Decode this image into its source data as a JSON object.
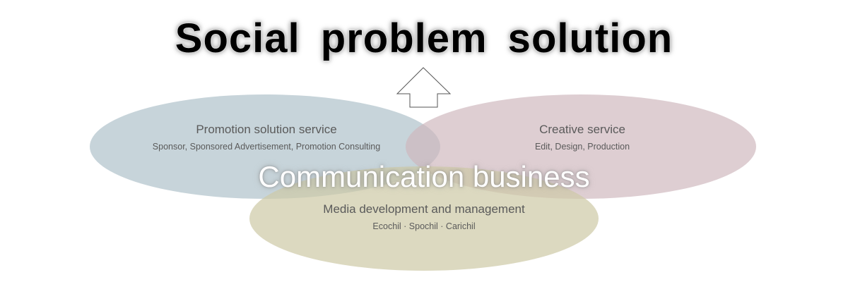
{
  "title": "Social  problem  solution",
  "center": "Communication business",
  "circles": {
    "promotion": {
      "title": "Promotion solution service",
      "subtitle": "Sponsor, Sponsored Advertisement, Promotion Consulting",
      "color": "#b2c3cc"
    },
    "creative": {
      "title": "Creative service",
      "subtitle": "Edit, Design, Production",
      "color": "#cfb7bd"
    },
    "media": {
      "title": "Media development and management",
      "subtitle": "Ecochil · Spochil · Carichil",
      "color": "#cecaa8"
    }
  },
  "arrow": {
    "direction": "up",
    "icon": "up-arrow-icon"
  }
}
